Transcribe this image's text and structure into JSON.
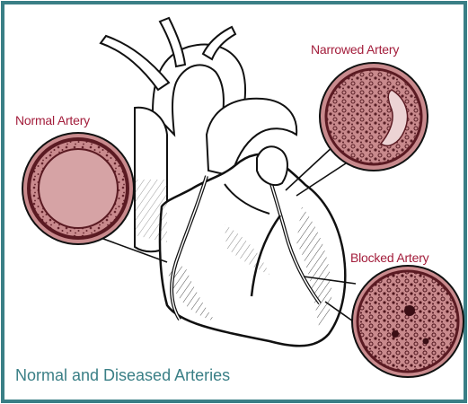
{
  "labels": {
    "normal": "Normal Artery",
    "narrowed": "Narrowed Artery",
    "blocked": "Blocked Artery"
  },
  "caption": "Normal and Diseased Arteries",
  "colors": {
    "border": "#3a7f86",
    "label": "#a31d3b",
    "vessel_fill": "#c98a8d",
    "vessel_wall": "#6b2028",
    "ink": "#1a1a1a"
  },
  "icons": [
    "heart-illustration",
    "normal-artery-cross-section",
    "narrowed-artery-cross-section",
    "blocked-artery-cross-section"
  ]
}
